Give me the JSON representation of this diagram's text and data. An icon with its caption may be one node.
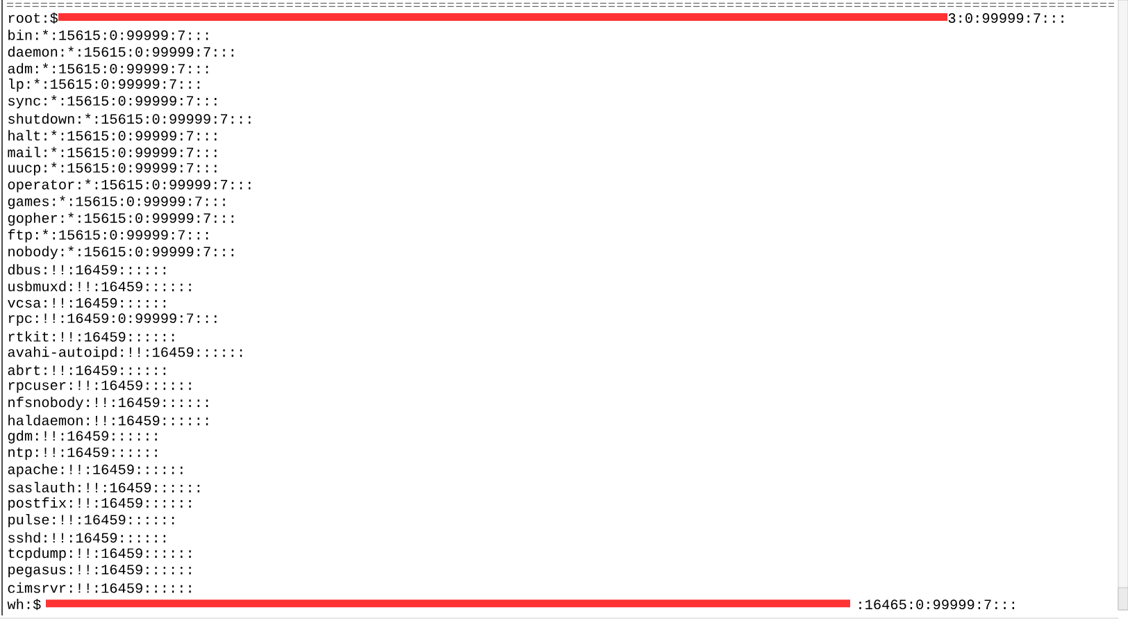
{
  "diagram": {
    "labels": [
      "root:$",
      "3:0:99999:7:::",
      "bin:*:15615:0:99999:7:::",
      "daemon:*:15615:0:99999:7:::",
      "adm:*:15615:0:99999:7:::",
      "lp:*:15615:0:99999:7:::",
      "sync:*:15615:0:99999:7:::",
      "shutdown:*:15615:0:99999:7:::",
      "halt:*:15615:0:99999:7:::",
      "mail:*:15615:0:99999:7:::",
      "uucp:*:15615:0:99999:7:::",
      "operator:*:15615:0:99999:7:::",
      "games:*:15615:0:99999:7:::",
      "gopher:*:15615:0:99999:7:::",
      "ftp:*:15615:0:99999:7:::",
      "nobody:*:15615:0:99999:7:::",
      "dbus:!!:16459::::::",
      "usbmuxd:!!:16459::::::",
      "vcsa:!!:16459::::::",
      "rpc:!!:16459:0:99999:7:::",
      "rtkit:!!:16459::::::",
      "avahi-autoipd:!!:16459::::::",
      "abrt:!!:16459::::::",
      "rpcuser:!!:16459::::::",
      "nfsnobody:!!:16459::::::",
      "haldaemon:!!:16459::::::",
      "gdm:!!:16459::::::",
      "ntp:!!:16459::::::",
      "apache:!!:16459::::::",
      "saslauth:!!:16459::::::",
      "postfix:!!:16459::::::",
      "pulse:!!:16459::::::",
      "sshd:!!:16459::::::",
      "tcpdump:!!:16459::::::",
      "pegasus:!!:16459::::::",
      "cimsrvr:!!:16459::::::",
      "wh:$",
      ":16465:0:99999:7:::"
    ]
  }
}
